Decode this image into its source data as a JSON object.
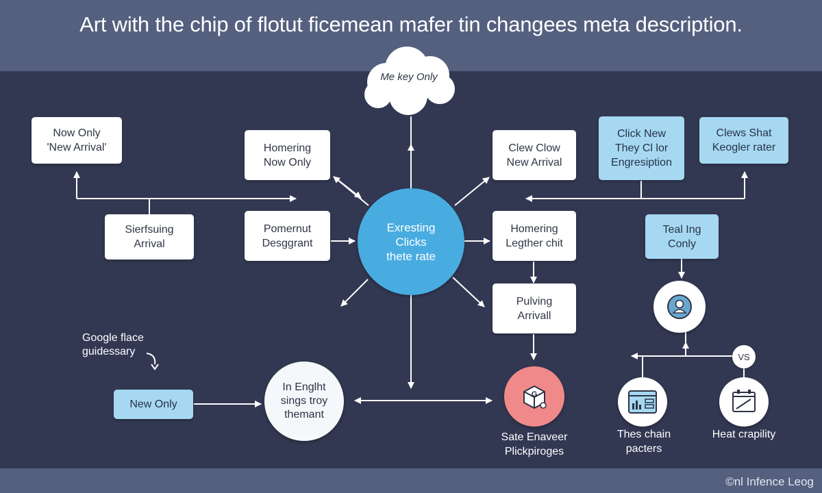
{
  "title": "Art with the chip of flotut ficemean mafer tin changees meta description.",
  "cloud_label": "Me key Only",
  "hub_lines": [
    "Exresting",
    "Clicks",
    "thete rate"
  ],
  "boxes": {
    "now_only_new_arrival": [
      "Now Only",
      "'New Arrival'"
    ],
    "homering_now_only": [
      "Homering",
      "Now Only"
    ],
    "clew_clow": [
      "Clew Clow",
      "New Arrival"
    ],
    "click_new": [
      "Click New",
      "They Cl lor",
      "Engresiption"
    ],
    "clews_shat": [
      "Clews Shat",
      "Keogler rater"
    ],
    "sierfsuing": [
      "Sierfsuing",
      "Arrival"
    ],
    "pomernut": [
      "Pomernut",
      "Desggrant"
    ],
    "homering_legther": [
      "Homering",
      "Legther chit"
    ],
    "teal_ing": [
      "Teal Ing",
      "Conly"
    ],
    "pulving": [
      "Pulving",
      "Arrivall"
    ],
    "new_only": [
      "New Only"
    ]
  },
  "bottom_circle": [
    "In Englht",
    "sings troy",
    "themant"
  ],
  "note": [
    "Google flace",
    "guidessary"
  ],
  "captions": {
    "sate": [
      "Sate Enaveer",
      "Plickpiroges"
    ],
    "thes": [
      "Thes chain",
      "pacters"
    ],
    "heat": [
      "Heat crapility"
    ]
  },
  "vs_label": "VS",
  "footer": "©nl Infence Leog",
  "icons": [
    "person-icon",
    "dashboard-icon",
    "chart-icon",
    "box-icon"
  ],
  "colors": {
    "background": "#323852",
    "header": "#55607f",
    "hub": "#48ace0",
    "blue_box": "#a6d8f2",
    "pink_circle": "#f08a8a"
  }
}
